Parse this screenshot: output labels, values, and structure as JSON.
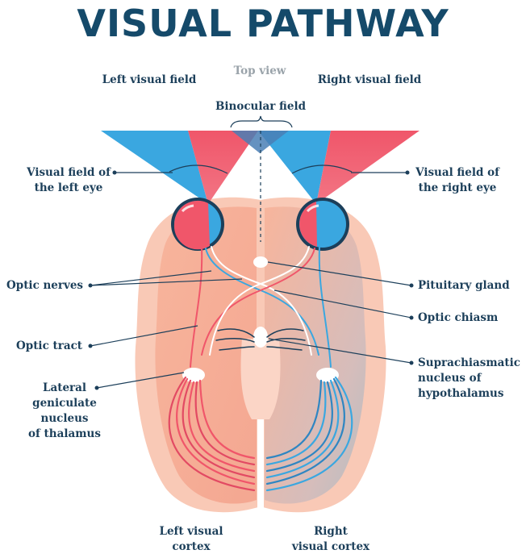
{
  "title": "VISUAL PATHWAY",
  "view_label": "Top view",
  "binocular_field": "Binocular field",
  "left_visual_field": "Left visual field",
  "right_visual_field": "Right visual field",
  "labels": {
    "vf_left_1": "Visual field of",
    "vf_left_2": "the left eye",
    "vf_right_1": "Visual field of",
    "vf_right_2": "the right eye",
    "optic_nerves": "Optic nerves",
    "optic_tract": "Optic tract",
    "lgn_1": "Lateral",
    "lgn_2": "geniculate",
    "lgn_3": "nucleus",
    "lgn_4": "of thalamus",
    "pituitary": "Pituitary gland",
    "chiasm": "Optic chiasm",
    "scn_1": "Suprachiasmatic",
    "scn_2": "nucleus of",
    "scn_3": "hypothalamus",
    "lvc_1": "Left visual",
    "lvc_2": "cortex",
    "rvc_1": "Right",
    "rvc_2": "visual cortex"
  },
  "colors": {
    "title": "#154a6a",
    "label": "#1c3f5a",
    "red": "#f0566a",
    "blue": "#3aa7e0",
    "brain_outer": "#f9c3ac",
    "brain_inner": "#f4a98f"
  }
}
